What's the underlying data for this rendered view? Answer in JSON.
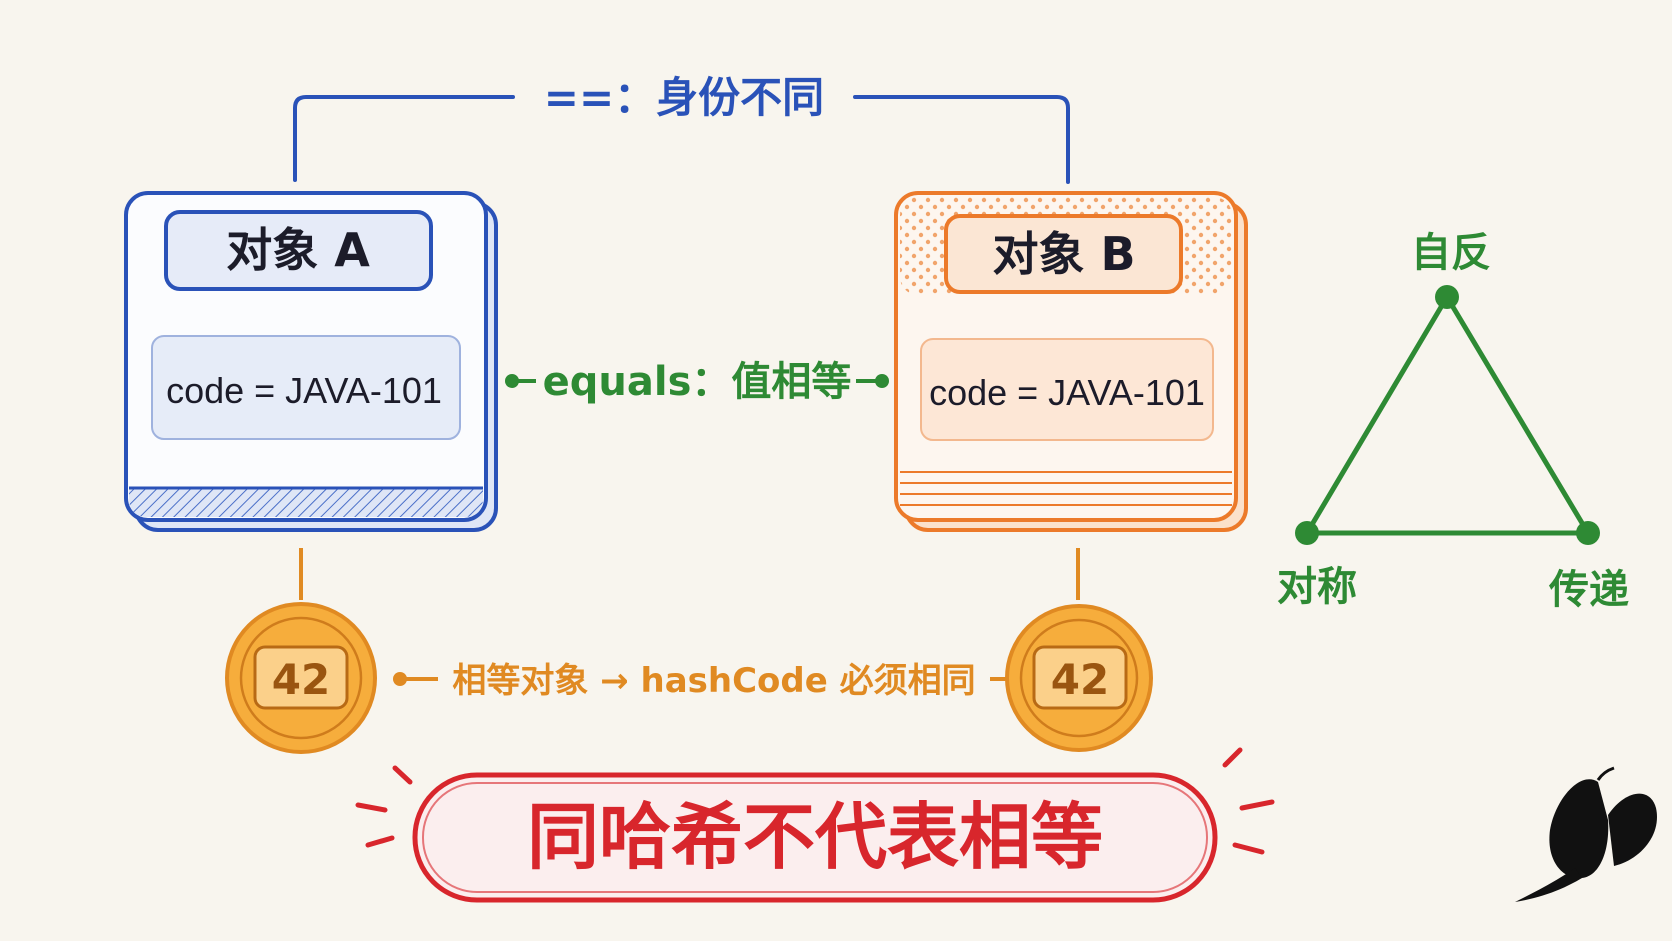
{
  "identity": {
    "text": "==：身份不同",
    "color": "#2a52b8"
  },
  "object_a": {
    "title": "对象 A",
    "field": "code = JAVA-101",
    "color": "#2a52b8"
  },
  "object_b": {
    "title": "对象 B",
    "field": "code = JAVA-101",
    "color": "#ec7a2a"
  },
  "equals": {
    "text": "equals：值相等",
    "color": "#2e8a34"
  },
  "hash_a": {
    "value": "42"
  },
  "hash_b": {
    "value": "42"
  },
  "hash_rule": {
    "text": "相等对象 → hashCode 必须相同",
    "color": "#e08a22"
  },
  "properties": {
    "reflexive": "自反",
    "symmetric": "对称",
    "transitive": "传递",
    "color": "#2e8a34"
  },
  "conclusion": {
    "text": "同哈希不代表相等",
    "color": "#d8262c"
  },
  "logo": "butterfly-icon"
}
